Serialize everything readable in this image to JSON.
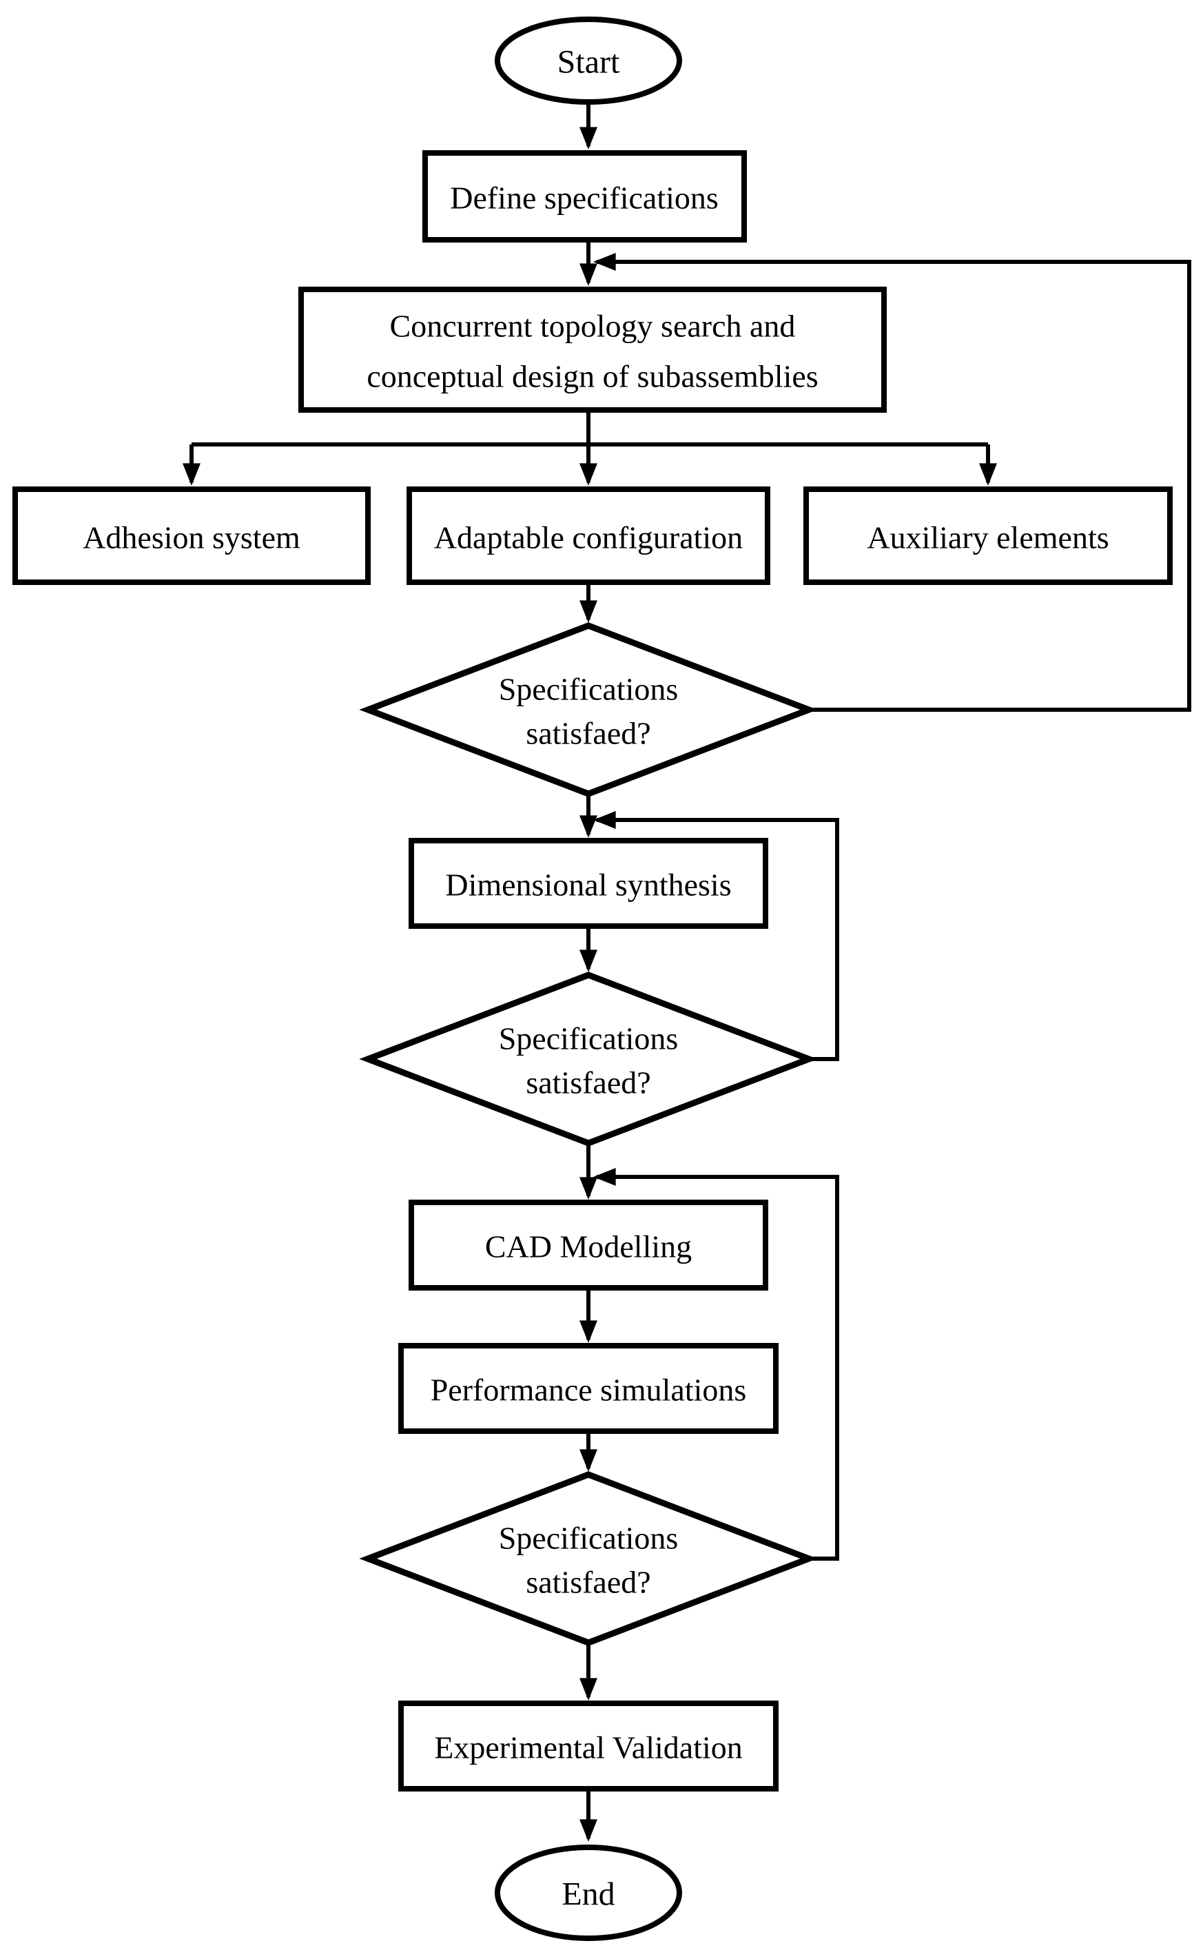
{
  "diagram": {
    "type": "flowchart",
    "background_color": "#ffffff",
    "stroke_color": "#000000",
    "text_color": "#000000",
    "nodes": {
      "start": {
        "shape": "terminator",
        "label": "Start"
      },
      "define_specifications": {
        "shape": "process",
        "label": "Define specifications"
      },
      "concurrent_topology": {
        "shape": "process",
        "line1": "Concurrent topology search and",
        "line2": "conceptual design of subassemblies"
      },
      "adhesion_system": {
        "shape": "process",
        "label": "Adhesion system"
      },
      "adaptable_configuration": {
        "shape": "process",
        "label": "Adaptable configuration"
      },
      "auxiliary_elements": {
        "shape": "process",
        "label": "Auxiliary elements"
      },
      "decision_topology": {
        "shape": "decision",
        "line1": "Specifications",
        "line2": "satisfaed?"
      },
      "dimensional_synthesis": {
        "shape": "process",
        "label": "Dimensional synthesis"
      },
      "decision_dimensional": {
        "shape": "decision",
        "line1": "Specifications",
        "line2": "satisfaed?"
      },
      "cad_modelling": {
        "shape": "process",
        "label": "CAD Modelling"
      },
      "performance_simulations": {
        "shape": "process",
        "label": "Performance simulations"
      },
      "decision_simulation": {
        "shape": "decision",
        "line1": "Specifications",
        "line2": "satisfaed?"
      },
      "experimental_validation": {
        "shape": "process",
        "label": "Experimental Validation"
      },
      "end": {
        "shape": "terminator",
        "label": "End"
      }
    },
    "edges": [
      {
        "from": "start",
        "to": "define_specifications"
      },
      {
        "from": "define_specifications",
        "to": "concurrent_topology"
      },
      {
        "from": "concurrent_topology",
        "to": "adhesion_system"
      },
      {
        "from": "concurrent_topology",
        "to": "adaptable_configuration"
      },
      {
        "from": "concurrent_topology",
        "to": "auxiliary_elements"
      },
      {
        "from": "adaptable_configuration",
        "to": "decision_topology"
      },
      {
        "from": "decision_topology",
        "to": "concurrent_topology",
        "kind": "feedback-loop"
      },
      {
        "from": "decision_topology",
        "to": "dimensional_synthesis"
      },
      {
        "from": "dimensional_synthesis",
        "to": "decision_dimensional"
      },
      {
        "from": "decision_dimensional",
        "to": "dimensional_synthesis",
        "kind": "feedback-loop"
      },
      {
        "from": "decision_dimensional",
        "to": "cad_modelling"
      },
      {
        "from": "cad_modelling",
        "to": "performance_simulations"
      },
      {
        "from": "performance_simulations",
        "to": "decision_simulation"
      },
      {
        "from": "decision_simulation",
        "to": "cad_modelling",
        "kind": "feedback-loop"
      },
      {
        "from": "decision_simulation",
        "to": "experimental_validation"
      },
      {
        "from": "experimental_validation",
        "to": "end"
      }
    ]
  }
}
